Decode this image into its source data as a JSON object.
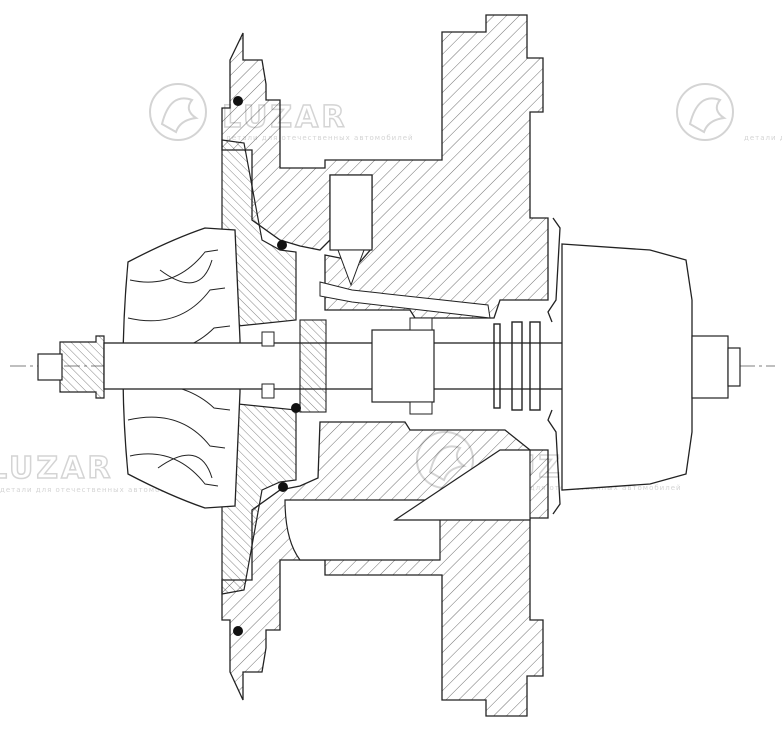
{
  "watermark": {
    "brand": "LUZAR",
    "tagline": "детали для отечественных автомобилей",
    "color": "#d4d4d4"
  },
  "drawing": {
    "line_color": "#222222",
    "hatch": "45-degree section hatching",
    "centerline": "dash-dot"
  }
}
